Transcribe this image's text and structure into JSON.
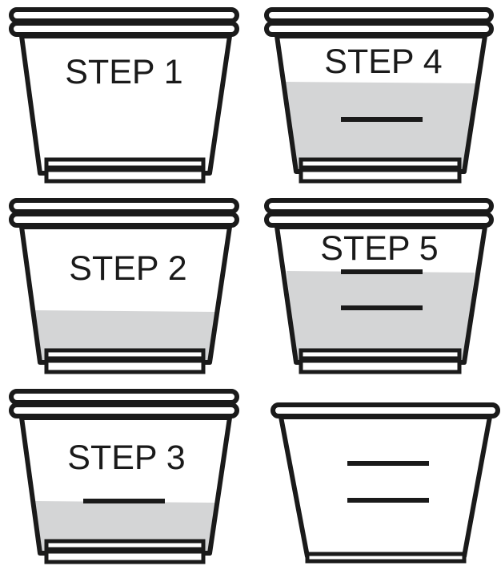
{
  "colors": {
    "outline": "#1a1a1a",
    "fill_liquid": "#d4d5d6",
    "background": "#ffffff"
  },
  "cups": [
    {
      "label": "STEP 1",
      "fill_level": 0.0,
      "marks": 0,
      "lid": true
    },
    {
      "label": "STEP 2",
      "fill_level": 0.28,
      "marks": 0,
      "lid": true
    },
    {
      "label": "STEP 3",
      "fill_level": 0.35,
      "marks": 1,
      "lid": true
    },
    {
      "label": "STEP 4",
      "fill_level": 0.62,
      "marks": 1,
      "lid": true
    },
    {
      "label": "STEP 5",
      "fill_level": 0.64,
      "marks": 2,
      "lid": true
    },
    {
      "label": "",
      "fill_level": 0.0,
      "marks": 2,
      "lid": false
    }
  ]
}
